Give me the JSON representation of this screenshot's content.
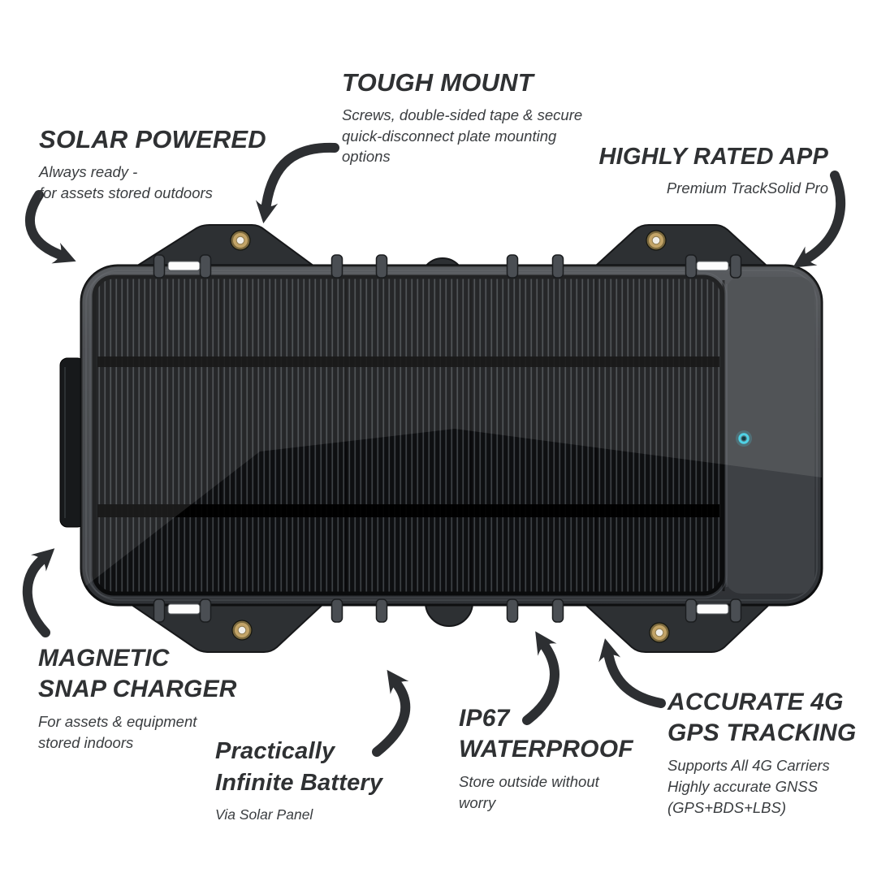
{
  "colors": {
    "background": "#ffffff",
    "heading_text": "#2f3133",
    "sub_text": "#3a3d40",
    "arrow": "#2d2f32",
    "device_body": "#393c40",
    "solar_panel": "#0e0f11",
    "led": "#4fd2e6",
    "eyelet_brass": "#c3a467"
  },
  "callouts": {
    "solar_powered": {
      "title": "SOLAR POWERED",
      "desc": "Always ready -\nfor assets stored outdoors"
    },
    "tough_mount": {
      "title": "TOUGH MOUNT",
      "desc": "Screws, double-sided tape & secure\nquick-disconnect plate mounting\noptions"
    },
    "highly_rated_app": {
      "title": "HIGHLY RATED APP",
      "desc": "Premium TrackSolid Pro"
    },
    "magnetic_snap_charger": {
      "title": "MAGNETIC\nSNAP CHARGER",
      "desc": "For assets & equipment\nstored indoors"
    },
    "infinite_battery": {
      "title": "Practically\nInfinite Battery",
      "desc": "Via Solar Panel"
    },
    "ip67_waterproof": {
      "title": "IP67\nWATERPROOF",
      "desc": "Store outside without\nworry"
    },
    "gps_tracking": {
      "title": "ACCURATE 4G\nGPS TRACKING",
      "desc": "Supports All 4G Carriers\nHighly accurate GNSS\n(GPS+BDS+LBS)"
    }
  }
}
